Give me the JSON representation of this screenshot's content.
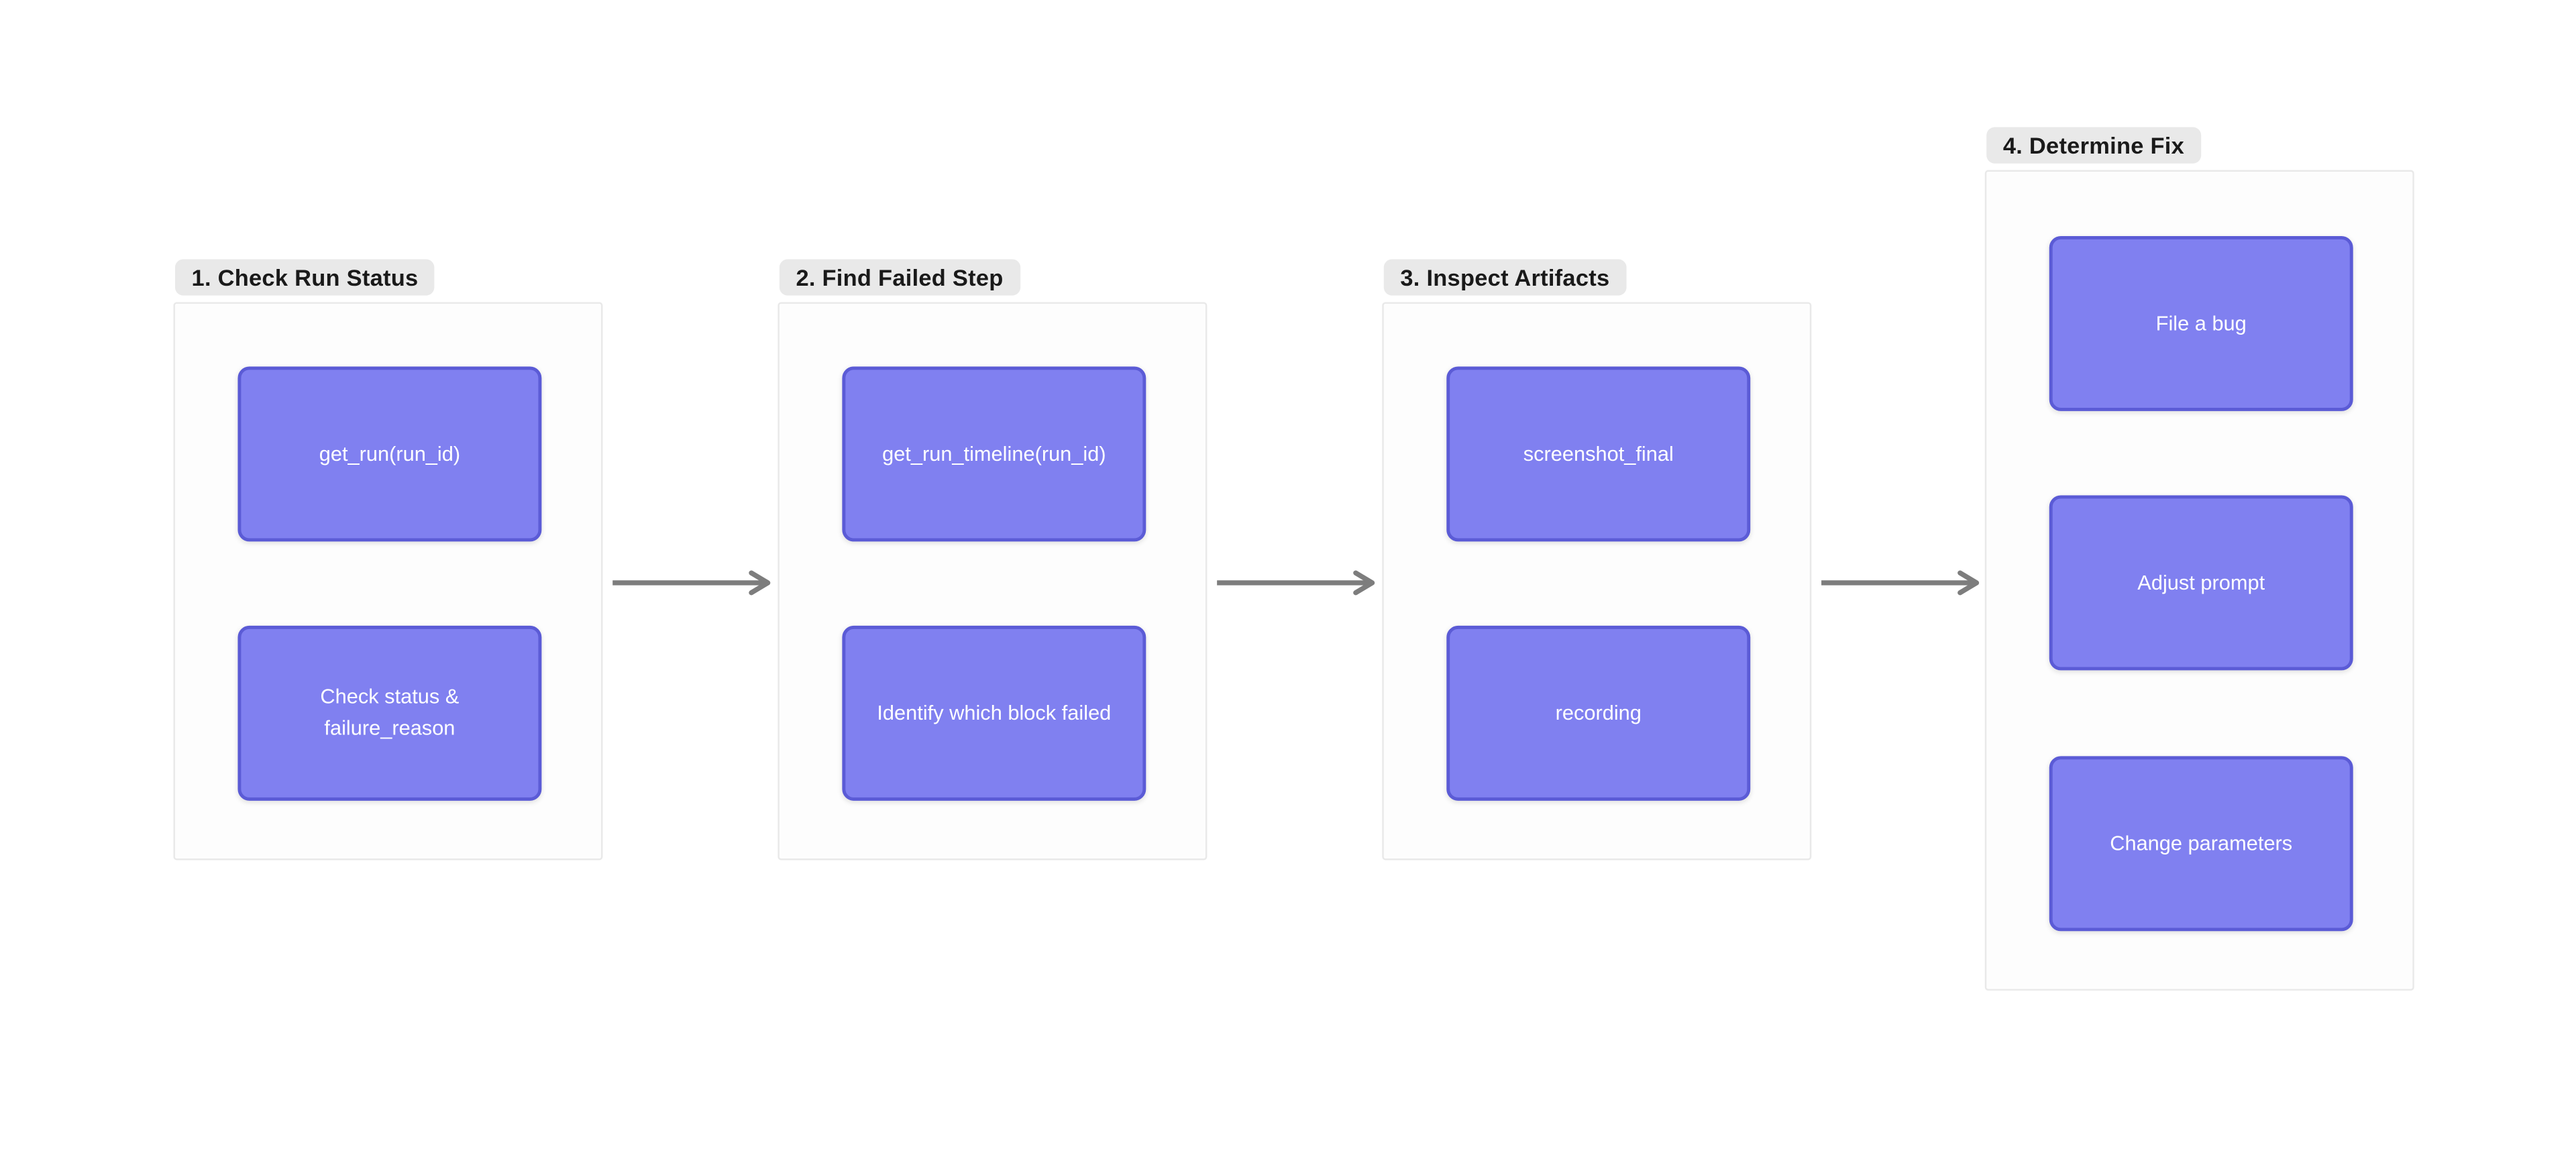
{
  "diagram": {
    "type": "flowchart",
    "background": "#ffffff"
  },
  "colors": {
    "node_fill": "#8080f0",
    "node_border": "#5b5bd6",
    "node_text": "#ffffff",
    "group_bg": "#fdfdfd",
    "group_border": "#e9e9e9",
    "label_bg": "#e9e9e9",
    "label_text": "#1a1a1a",
    "arrow": "#7d7d7d"
  },
  "groups": [
    {
      "label": "1. Check Run Status",
      "nodes": [
        {
          "label": "get_run(run_id)"
        },
        {
          "label": "Check status & failure_reason"
        }
      ]
    },
    {
      "label": "2. Find Failed Step",
      "nodes": [
        {
          "label": "get_run_timeline(run_id)"
        },
        {
          "label": "Identify which block failed"
        }
      ]
    },
    {
      "label": "3. Inspect Artifacts",
      "nodes": [
        {
          "label": "screenshot_final"
        },
        {
          "label": "recording"
        }
      ]
    },
    {
      "label": "4. Determine Fix",
      "nodes": [
        {
          "label": "File a bug"
        },
        {
          "label": "Adjust prompt"
        },
        {
          "label": "Change parameters"
        }
      ]
    }
  ],
  "arrows": {
    "count": 3,
    "direction": "left-to-right"
  }
}
